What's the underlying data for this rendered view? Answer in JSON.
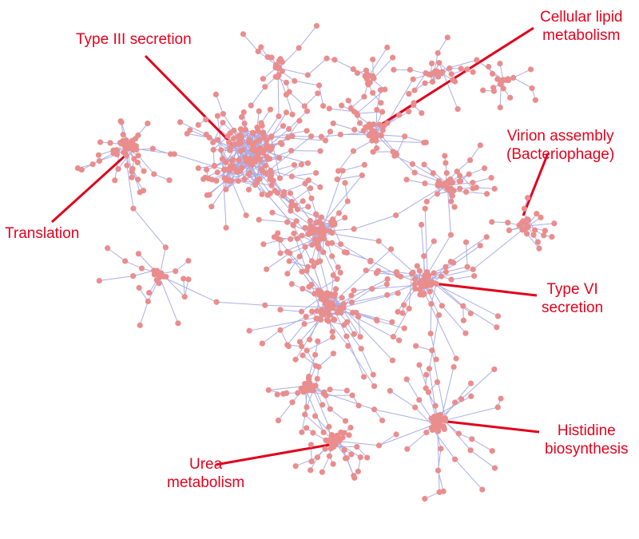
{
  "colors": {
    "node": "#ea8d8d",
    "edge": "#a9aee6",
    "label": "#e8001c",
    "pointer": "#e0001c"
  },
  "labels": {
    "type3": {
      "lines": [
        "Type III secretion"
      ]
    },
    "lipid": {
      "lines": [
        "Cellular lipid",
        "metabolism"
      ]
    },
    "virion": {
      "lines": [
        "Virion assembly",
        "(Bacteriophage)"
      ]
    },
    "translation": {
      "lines": [
        "Translation"
      ]
    },
    "type6": {
      "lines": [
        "Type VI",
        "secretion"
      ]
    },
    "histidine": {
      "lines": [
        "Histidine",
        "biosynthesis"
      ]
    },
    "urea": {
      "lines": [
        "Urea",
        "metabolism"
      ]
    }
  }
}
